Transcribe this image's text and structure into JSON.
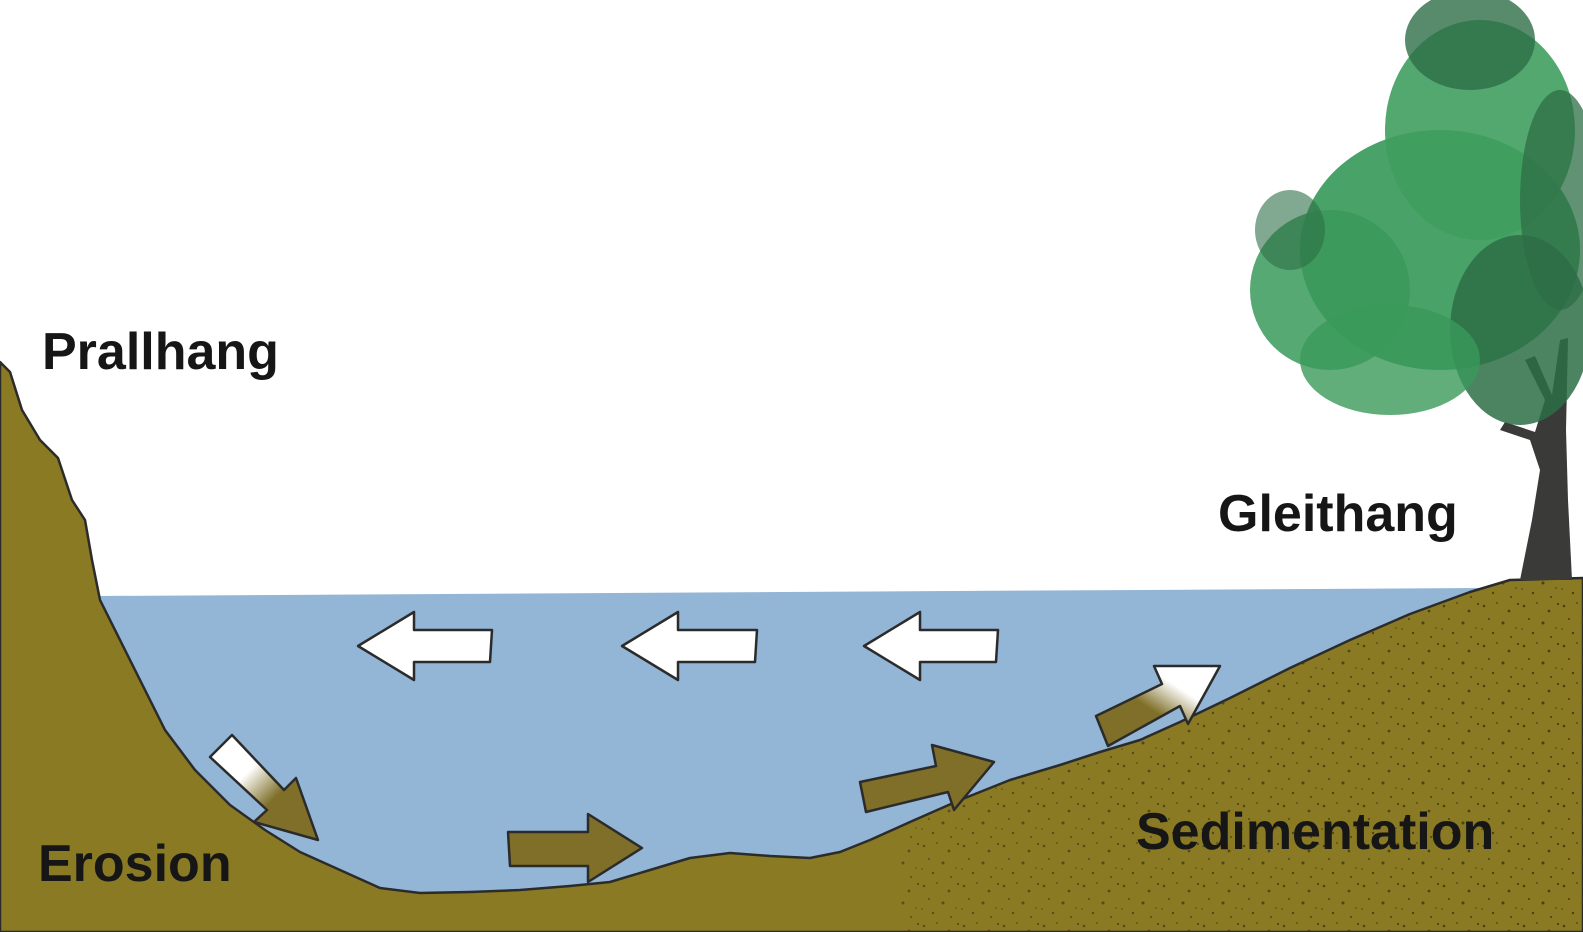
{
  "labels": {
    "prallhang": "Prallhang",
    "erosion": "Erosion",
    "gleithang": "Gleithang",
    "sedimentation": "Sedimentation"
  },
  "colors": {
    "sky": "#ffffff",
    "water": "#93b5d6",
    "ground": "#8b7a24",
    "ground_dark": "#6e6019",
    "arrow_fill": "#7f6f28",
    "arrow_outline": "#2b2b2b",
    "tree_foliage": "#3a9a5a",
    "tree_foliage_dark": "#2d6e46",
    "tree_trunk": "#3a3a38"
  },
  "icons": {
    "surface_flow": "left-arrow-icon",
    "bottom_flow": "right-arrow-icon",
    "tree": "tree-icon"
  }
}
